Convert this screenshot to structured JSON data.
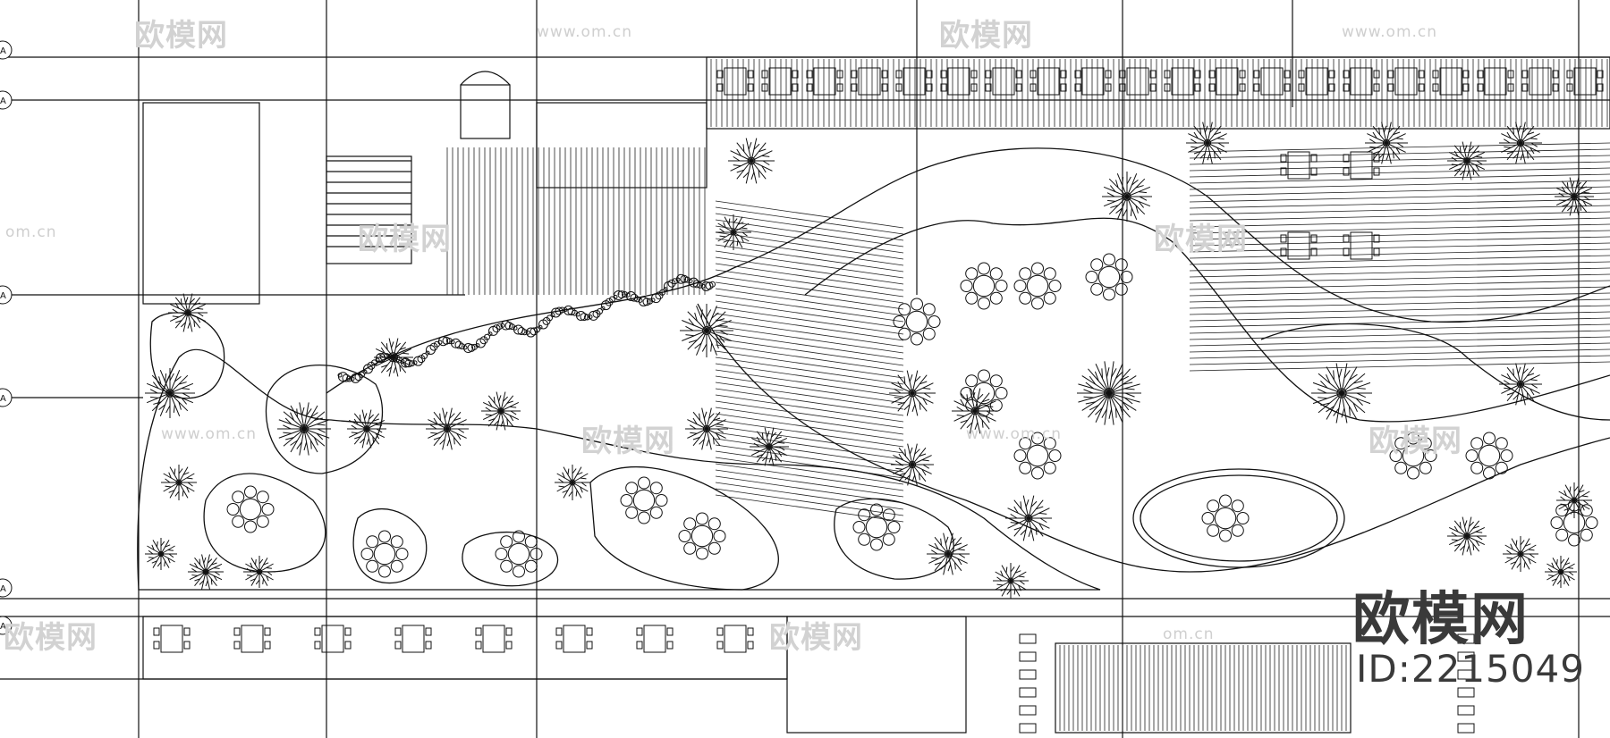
{
  "grid_axis_labels": [
    "A",
    "A",
    "A",
    "A",
    "A",
    "A"
  ],
  "watermarks": {
    "logo_text": "欧模网",
    "url_text": "www.om.cn",
    "short_url_text": "om.cn"
  },
  "brand": {
    "name": "欧模网",
    "id_text": "ID:2215049"
  },
  "colors": {
    "line": "#111111",
    "watermark": "#cccccc",
    "brand": "#3a3a3a",
    "background": "#ffffff"
  }
}
